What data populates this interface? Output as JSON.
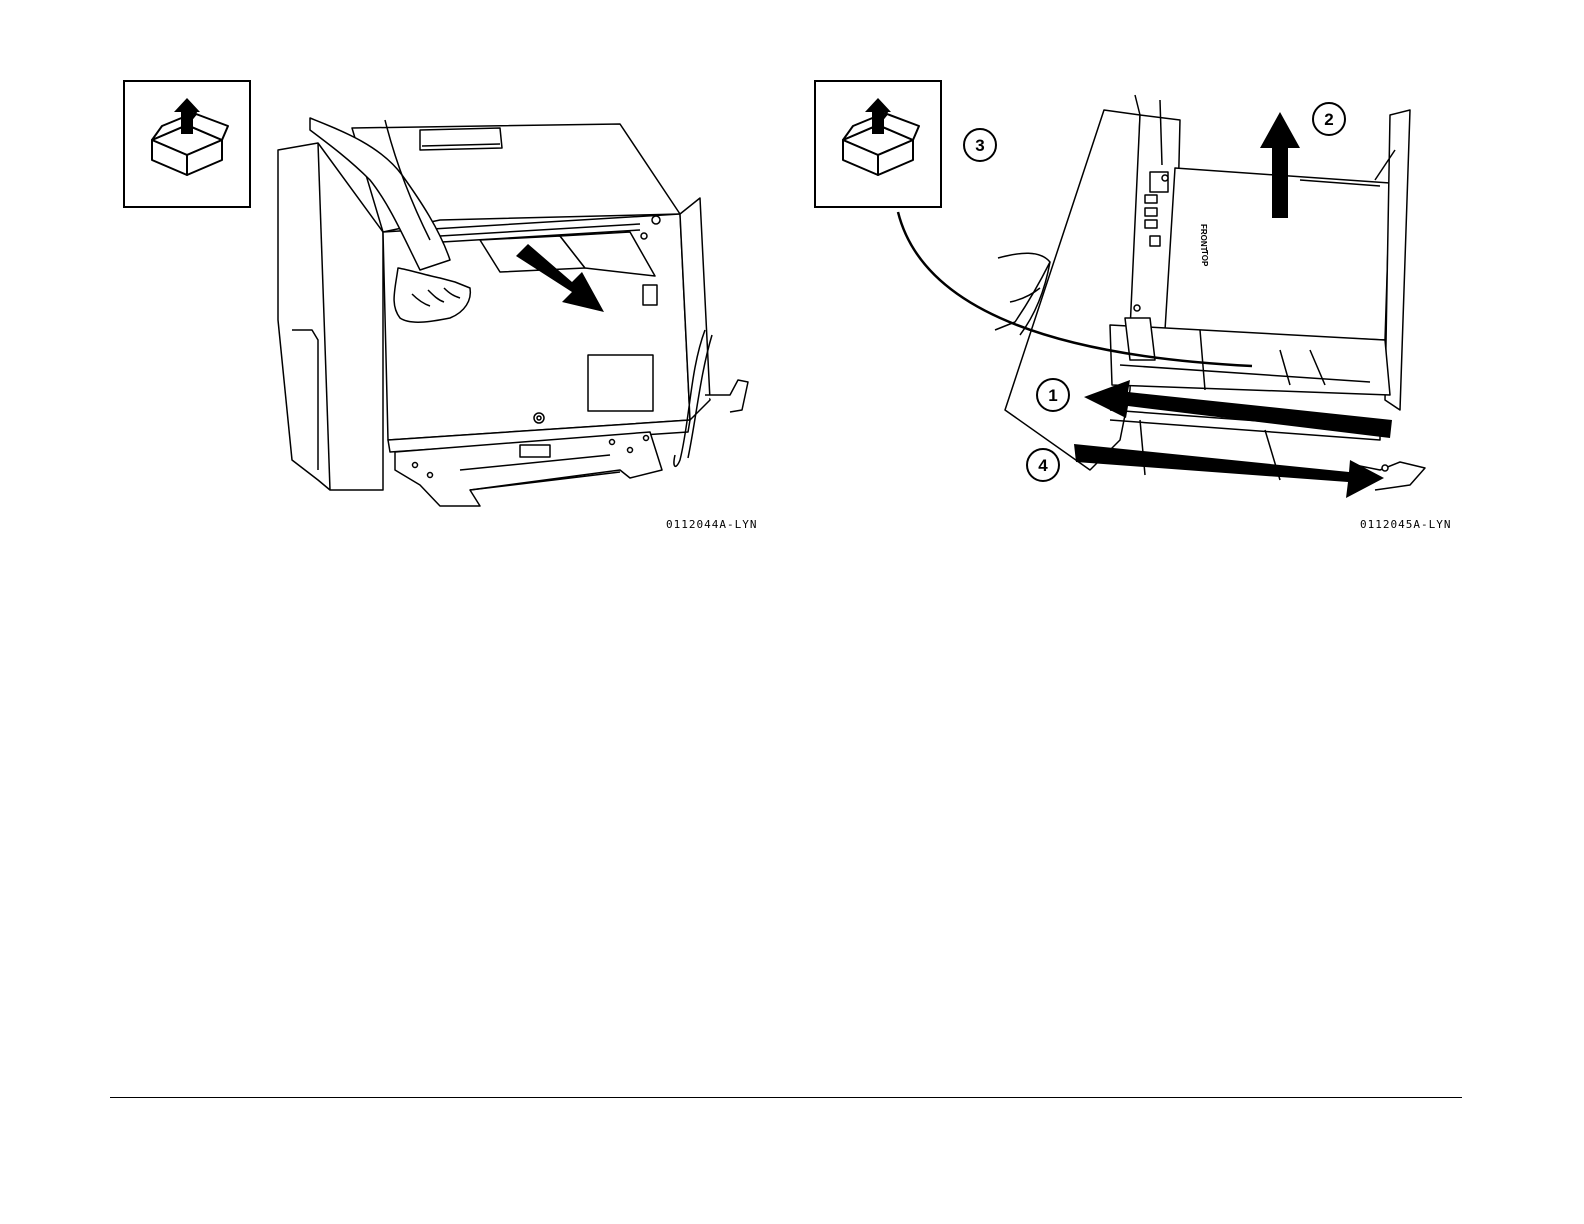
{
  "colors": {
    "ink": "#000000",
    "paper": "#ffffff"
  },
  "left_figure": {
    "icon": "unpack-box-icon",
    "figure_id": "0112044A-LYN"
  },
  "right_figure": {
    "icon": "unpack-box-icon",
    "figure_id": "0112045A-LYN",
    "callouts": [
      "1",
      "2",
      "3",
      "4"
    ],
    "tray_labels": [
      "FRONT",
      "TOP"
    ]
  }
}
